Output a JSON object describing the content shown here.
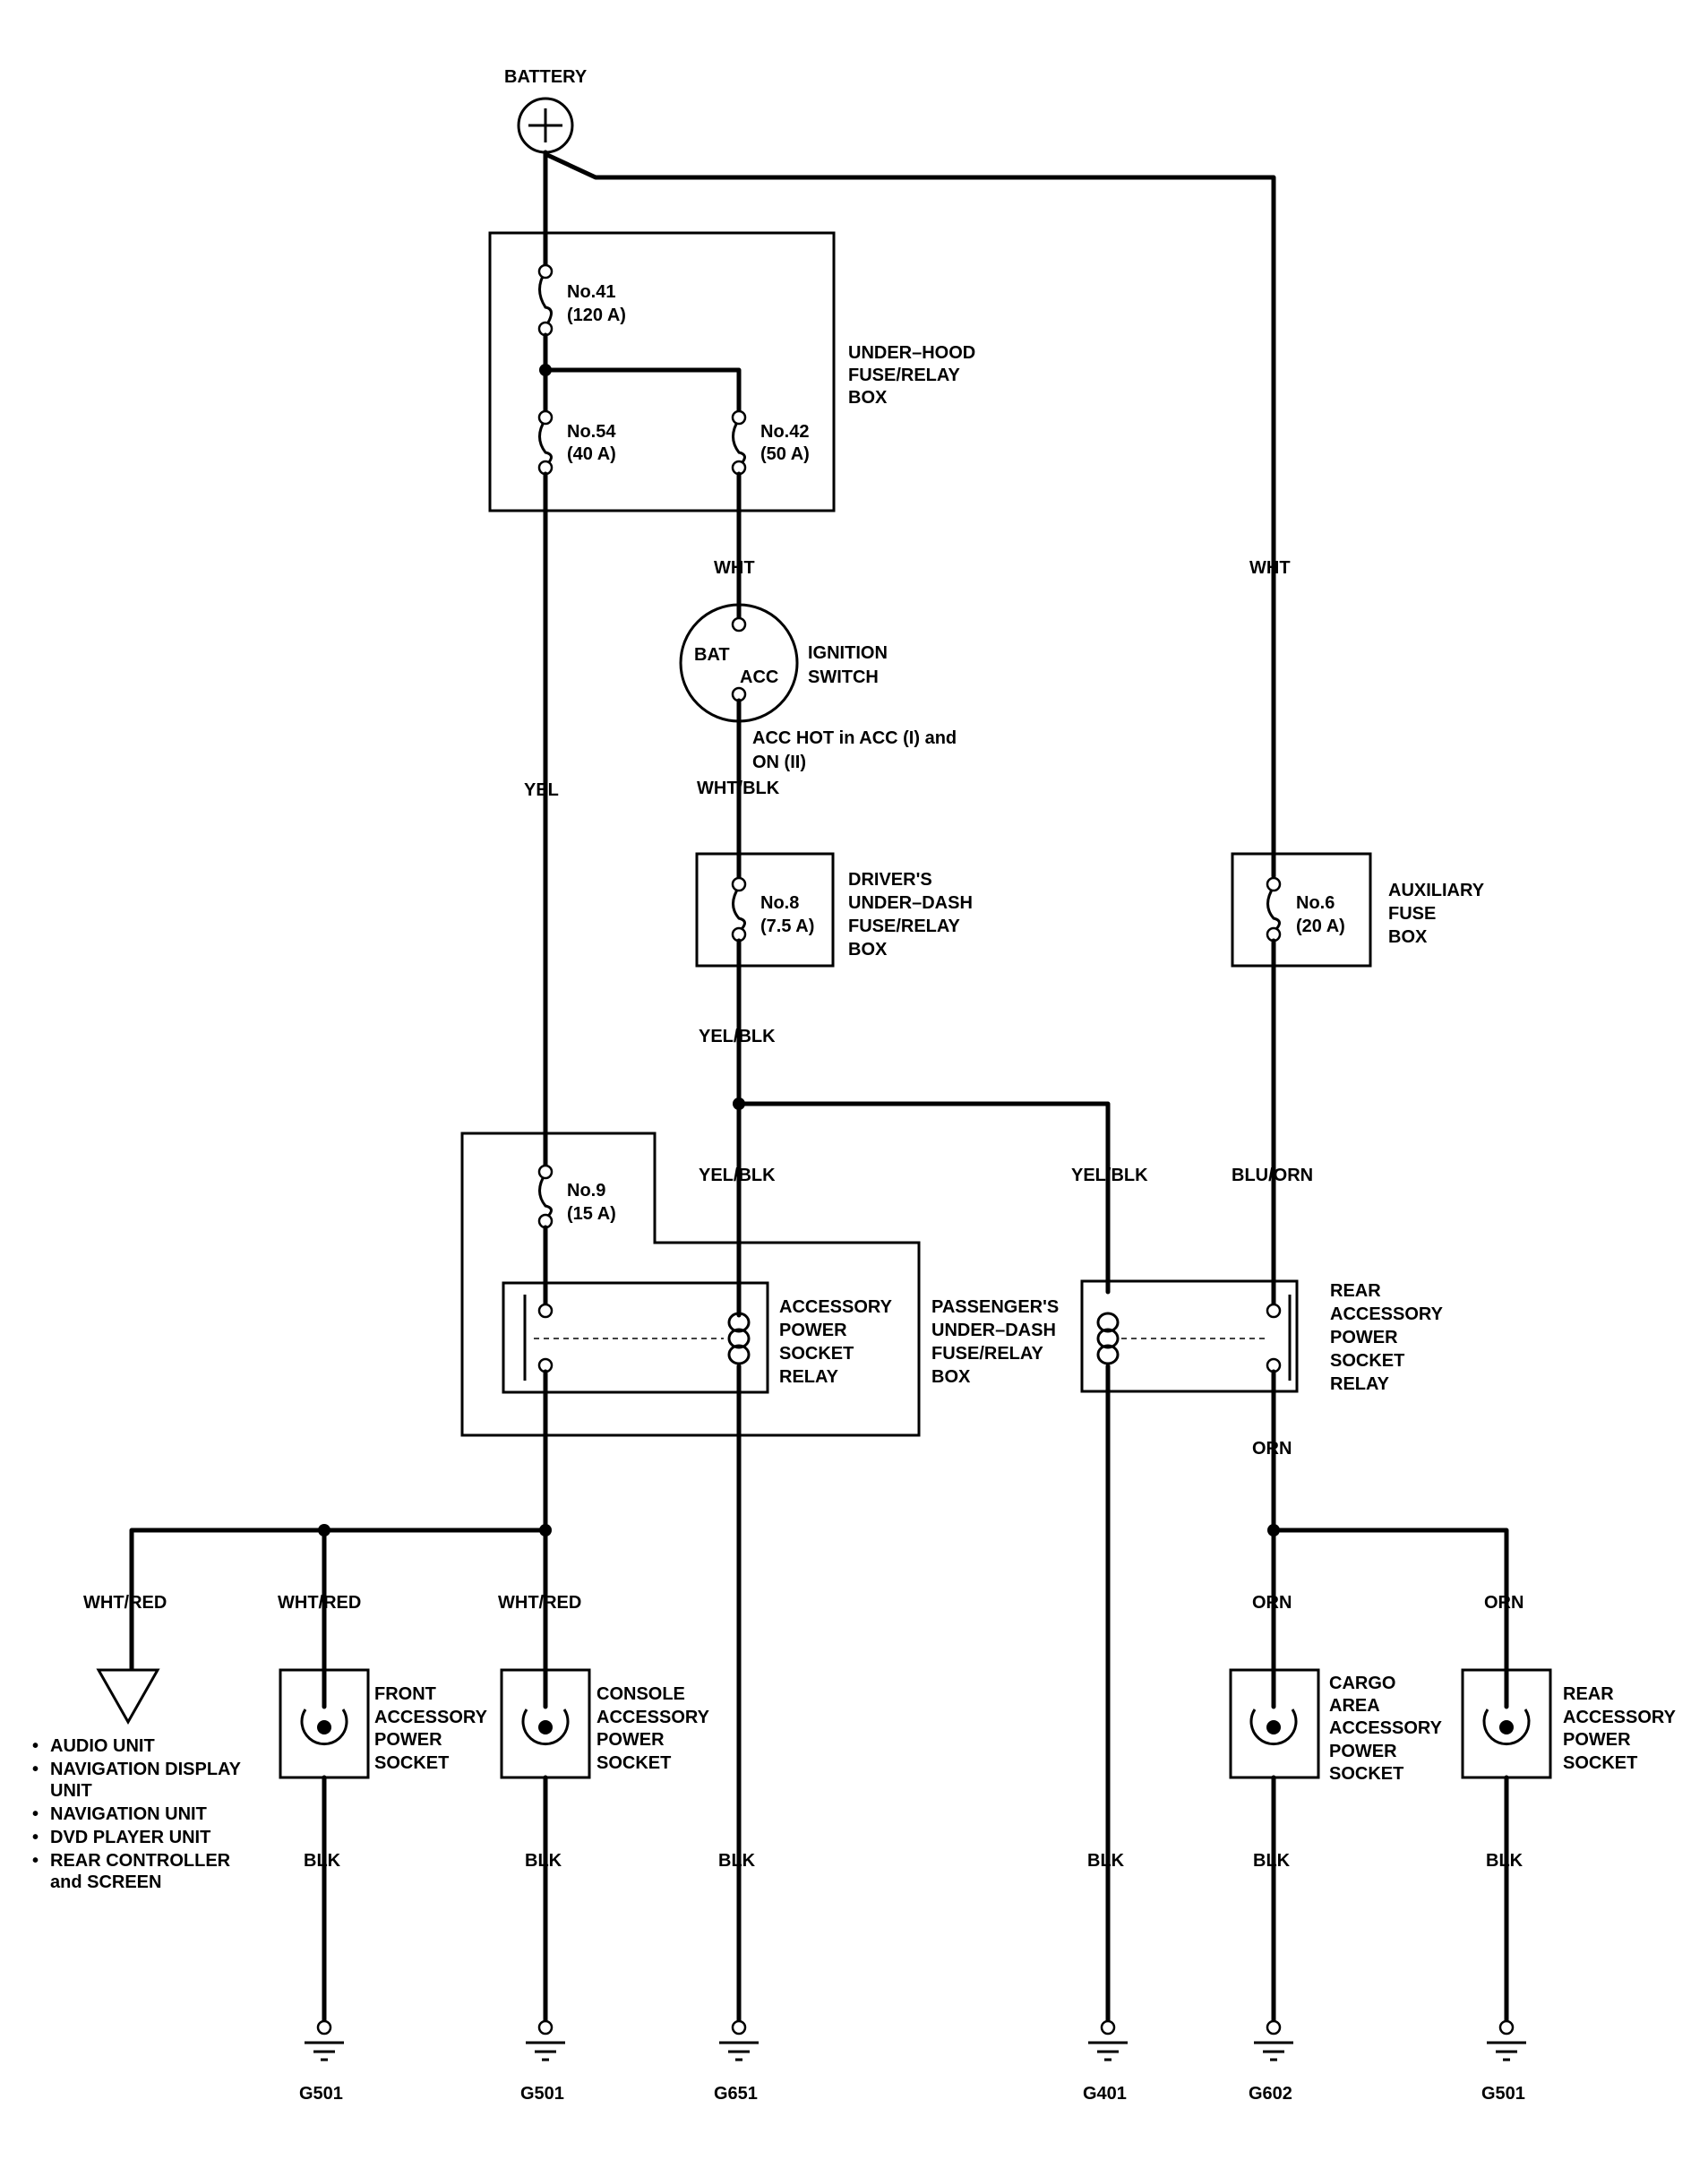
{
  "battery": {
    "label": "BATTERY"
  },
  "underhood": {
    "label": [
      "UNDER–HOOD",
      "FUSE/RELAY",
      "BOX"
    ],
    "fuse41": [
      "No.41",
      "(120 A)"
    ],
    "fuse54": [
      "No.54",
      "(40 A)"
    ],
    "fuse42": [
      "No.42",
      "(50 A)"
    ]
  },
  "ignition": {
    "label": [
      "IGNITION",
      "SWITCH"
    ],
    "bat": "BAT",
    "acc": "ACC",
    "note": [
      "ACC HOT in ACC (I) and",
      "ON (II)"
    ]
  },
  "drivers_box": {
    "label": [
      "DRIVER'S",
      "UNDER–DASH",
      "FUSE/RELAY",
      "BOX"
    ],
    "fuse": [
      "No.8",
      "(7.5 A)"
    ]
  },
  "aux_box": {
    "label": [
      "AUXILIARY",
      "FUSE",
      "BOX"
    ],
    "fuse": [
      "No.6",
      "(20 A)"
    ]
  },
  "passengers_box": {
    "label": [
      "PASSENGER'S",
      "UNDER–DASH",
      "FUSE/RELAY",
      "BOX"
    ],
    "fuse": [
      "No.9",
      "(15 A)"
    ],
    "relay": [
      "ACCESSORY",
      "POWER",
      "SOCKET",
      "RELAY"
    ]
  },
  "rear_relay": {
    "label": [
      "REAR",
      "ACCESSORY",
      "POWER",
      "SOCKET",
      "RELAY"
    ]
  },
  "wires": {
    "wht": "WHT",
    "yel": "YEL",
    "wht_blk": "WHT/BLK",
    "yel_blk": "YEL/BLK",
    "blu_orn": "BLU/ORN",
    "orn": "ORN",
    "wht_red": "WHT/RED",
    "blk": "BLK"
  },
  "loads": {
    "audio_list": [
      "AUDIO UNIT",
      "NAVIGATION DISPLAY",
      "UNIT",
      "NAVIGATION UNIT",
      "DVD PLAYER UNIT",
      "REAR CONTROLLER",
      "and SCREEN"
    ],
    "front_socket": [
      "FRONT",
      "ACCESSORY",
      "POWER",
      "SOCKET"
    ],
    "console_socket": [
      "CONSOLE",
      "ACCESSORY",
      "POWER",
      "SOCKET"
    ],
    "cargo_socket": [
      "CARGO",
      "AREA",
      "ACCESSORY",
      "POWER",
      "SOCKET"
    ],
    "rear_socket": [
      "REAR",
      "ACCESSORY",
      "POWER",
      "SOCKET"
    ]
  },
  "grounds": [
    "G501",
    "G501",
    "G651",
    "G401",
    "G602",
    "G501"
  ]
}
